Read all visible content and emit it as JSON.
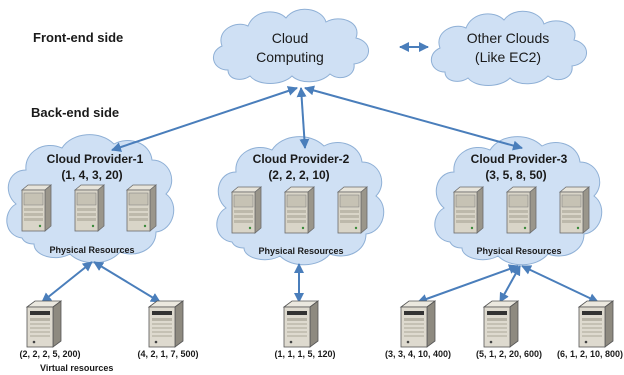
{
  "labels": {
    "front_end": "Front-end side",
    "back_end": "Back-end side",
    "virtual_resources": "Virtual resources"
  },
  "top_clouds": [
    {
      "line1": "Cloud",
      "line2": "Computing"
    },
    {
      "line1": "Other Clouds",
      "line2": "(Like EC2)"
    }
  ],
  "providers": [
    {
      "name": "Cloud Provider-1",
      "capacity": "(1, 4, 3, 20)",
      "resources_label": "Physical Resources"
    },
    {
      "name": "Cloud Provider-2",
      "capacity": "(2, 2, 2, 10)",
      "resources_label": "Physical Resources"
    },
    {
      "name": "Cloud Provider-3",
      "capacity": "(3, 5, 8, 50)",
      "resources_label": "Physical Resources"
    }
  ],
  "virtual_machines": [
    {
      "label": "(2, 2, 2, 5, 200)"
    },
    {
      "label": "(4, 2, 1, 7, 500)"
    },
    {
      "label": "(1, 1, 1, 5, 120)"
    },
    {
      "label": "(3, 3, 4, 10, 400)"
    },
    {
      "label": "(5, 1, 2, 20, 600)"
    },
    {
      "label": "(6, 1, 2, 10, 800)"
    }
  ],
  "colors": {
    "cloud_fill": "#cfe0f4",
    "cloud_stroke": "#8fb0d6",
    "arrow": "#4a7ebb"
  }
}
